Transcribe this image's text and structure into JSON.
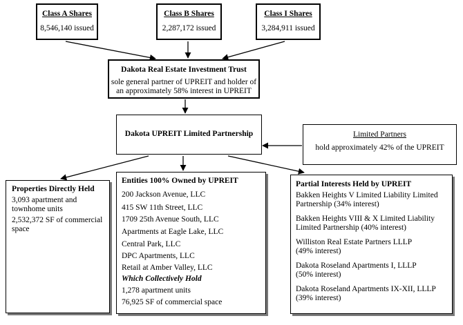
{
  "class_a": {
    "title": "Class A Shares",
    "detail": "8,546,140 issued"
  },
  "class_b": {
    "title": "Class B Shares",
    "detail": "2,287,172 issued"
  },
  "class_i": {
    "title": "Class I Shares",
    "detail": "3,284,911 issued"
  },
  "reit": {
    "title": "Dakota Real Estate Investment Trust",
    "line1": "sole general partner of UPREIT and holder of",
    "line2": "an approximately 58% interest in UPREIT"
  },
  "upreit": {
    "title": "Dakota UPREIT Limited Partnership"
  },
  "limited_partners": {
    "title": "Limited Partners",
    "detail": "hold approximately 42% of the UPREIT"
  },
  "direct": {
    "title": "Properties Directly Held",
    "line1": "3,093 apartment and",
    "line2": "townhome units",
    "line3": "2,532,372 SF of commercial",
    "line4": "space"
  },
  "entities": {
    "title": "Entities 100% Owned by UPREIT",
    "items": [
      "200 Jackson Avenue, LLC",
      "415 SW 11th Street, LLC",
      "1709 25th Avenue South, LLC",
      "Apartments at Eagle Lake, LLC",
      "Central Park, LLC",
      "DPC Apartments, LLC",
      "Retail at Amber Valley, LLC"
    ],
    "collective_heading": "Which Collectively Hold",
    "collective_units": "1,278 apartment units",
    "collective_space": "76,925 SF of commercial space"
  },
  "partial": {
    "title": "Partial Interests Held by UPREIT",
    "p1_l1": "Bakken Heights V Limited Liability Limited",
    "p1_l2": "Partnership (34% interest)",
    "p2_l1": "Bakken Heights VIII & X Limited Liability",
    "p2_l2": "Limited Partnership (40% interest)",
    "p3_l1": "Williston Real Estate Partners LLLP",
    "p3_l2": "(49% interest)",
    "p4_l1": "Dakota Roseland Apartments I, LLLP",
    "p4_l2": "(50% interest)",
    "p5_l1": "Dakota Roseland Apartments IX-XII, LLLP",
    "p5_l2": "(39% interest)"
  }
}
